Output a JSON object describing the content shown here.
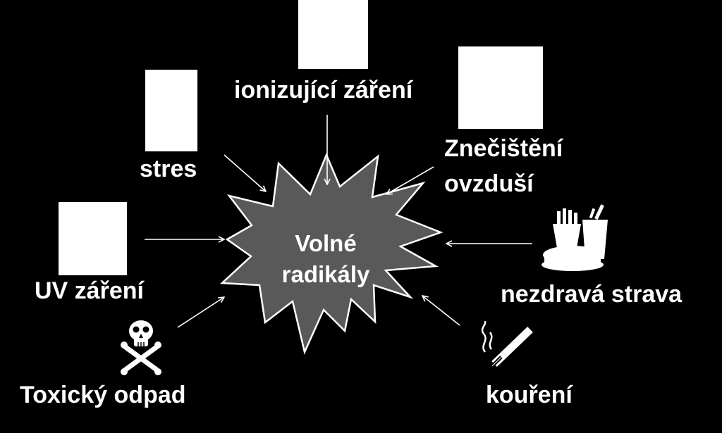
{
  "center": {
    "line1": "Volné",
    "line2": "radikály"
  },
  "sources": {
    "ionizing_radiation": "ionizující záření",
    "stress": "stres",
    "air_pollution_line1": "Znečištění",
    "air_pollution_line2": "ovzduší",
    "uv_radiation": "UV záření",
    "unhealthy_food": "nezdravá strava",
    "toxic_waste": "Toxický odpad",
    "smoking": "kouření"
  },
  "icons": {
    "toxic_waste": "skull-crossbones-icon",
    "smoking": "cigarette-icon",
    "unhealthy_food": "fast-food-icon"
  },
  "colors": {
    "background": "#000000",
    "text": "#ffffff",
    "burst_fill": "#595959"
  }
}
